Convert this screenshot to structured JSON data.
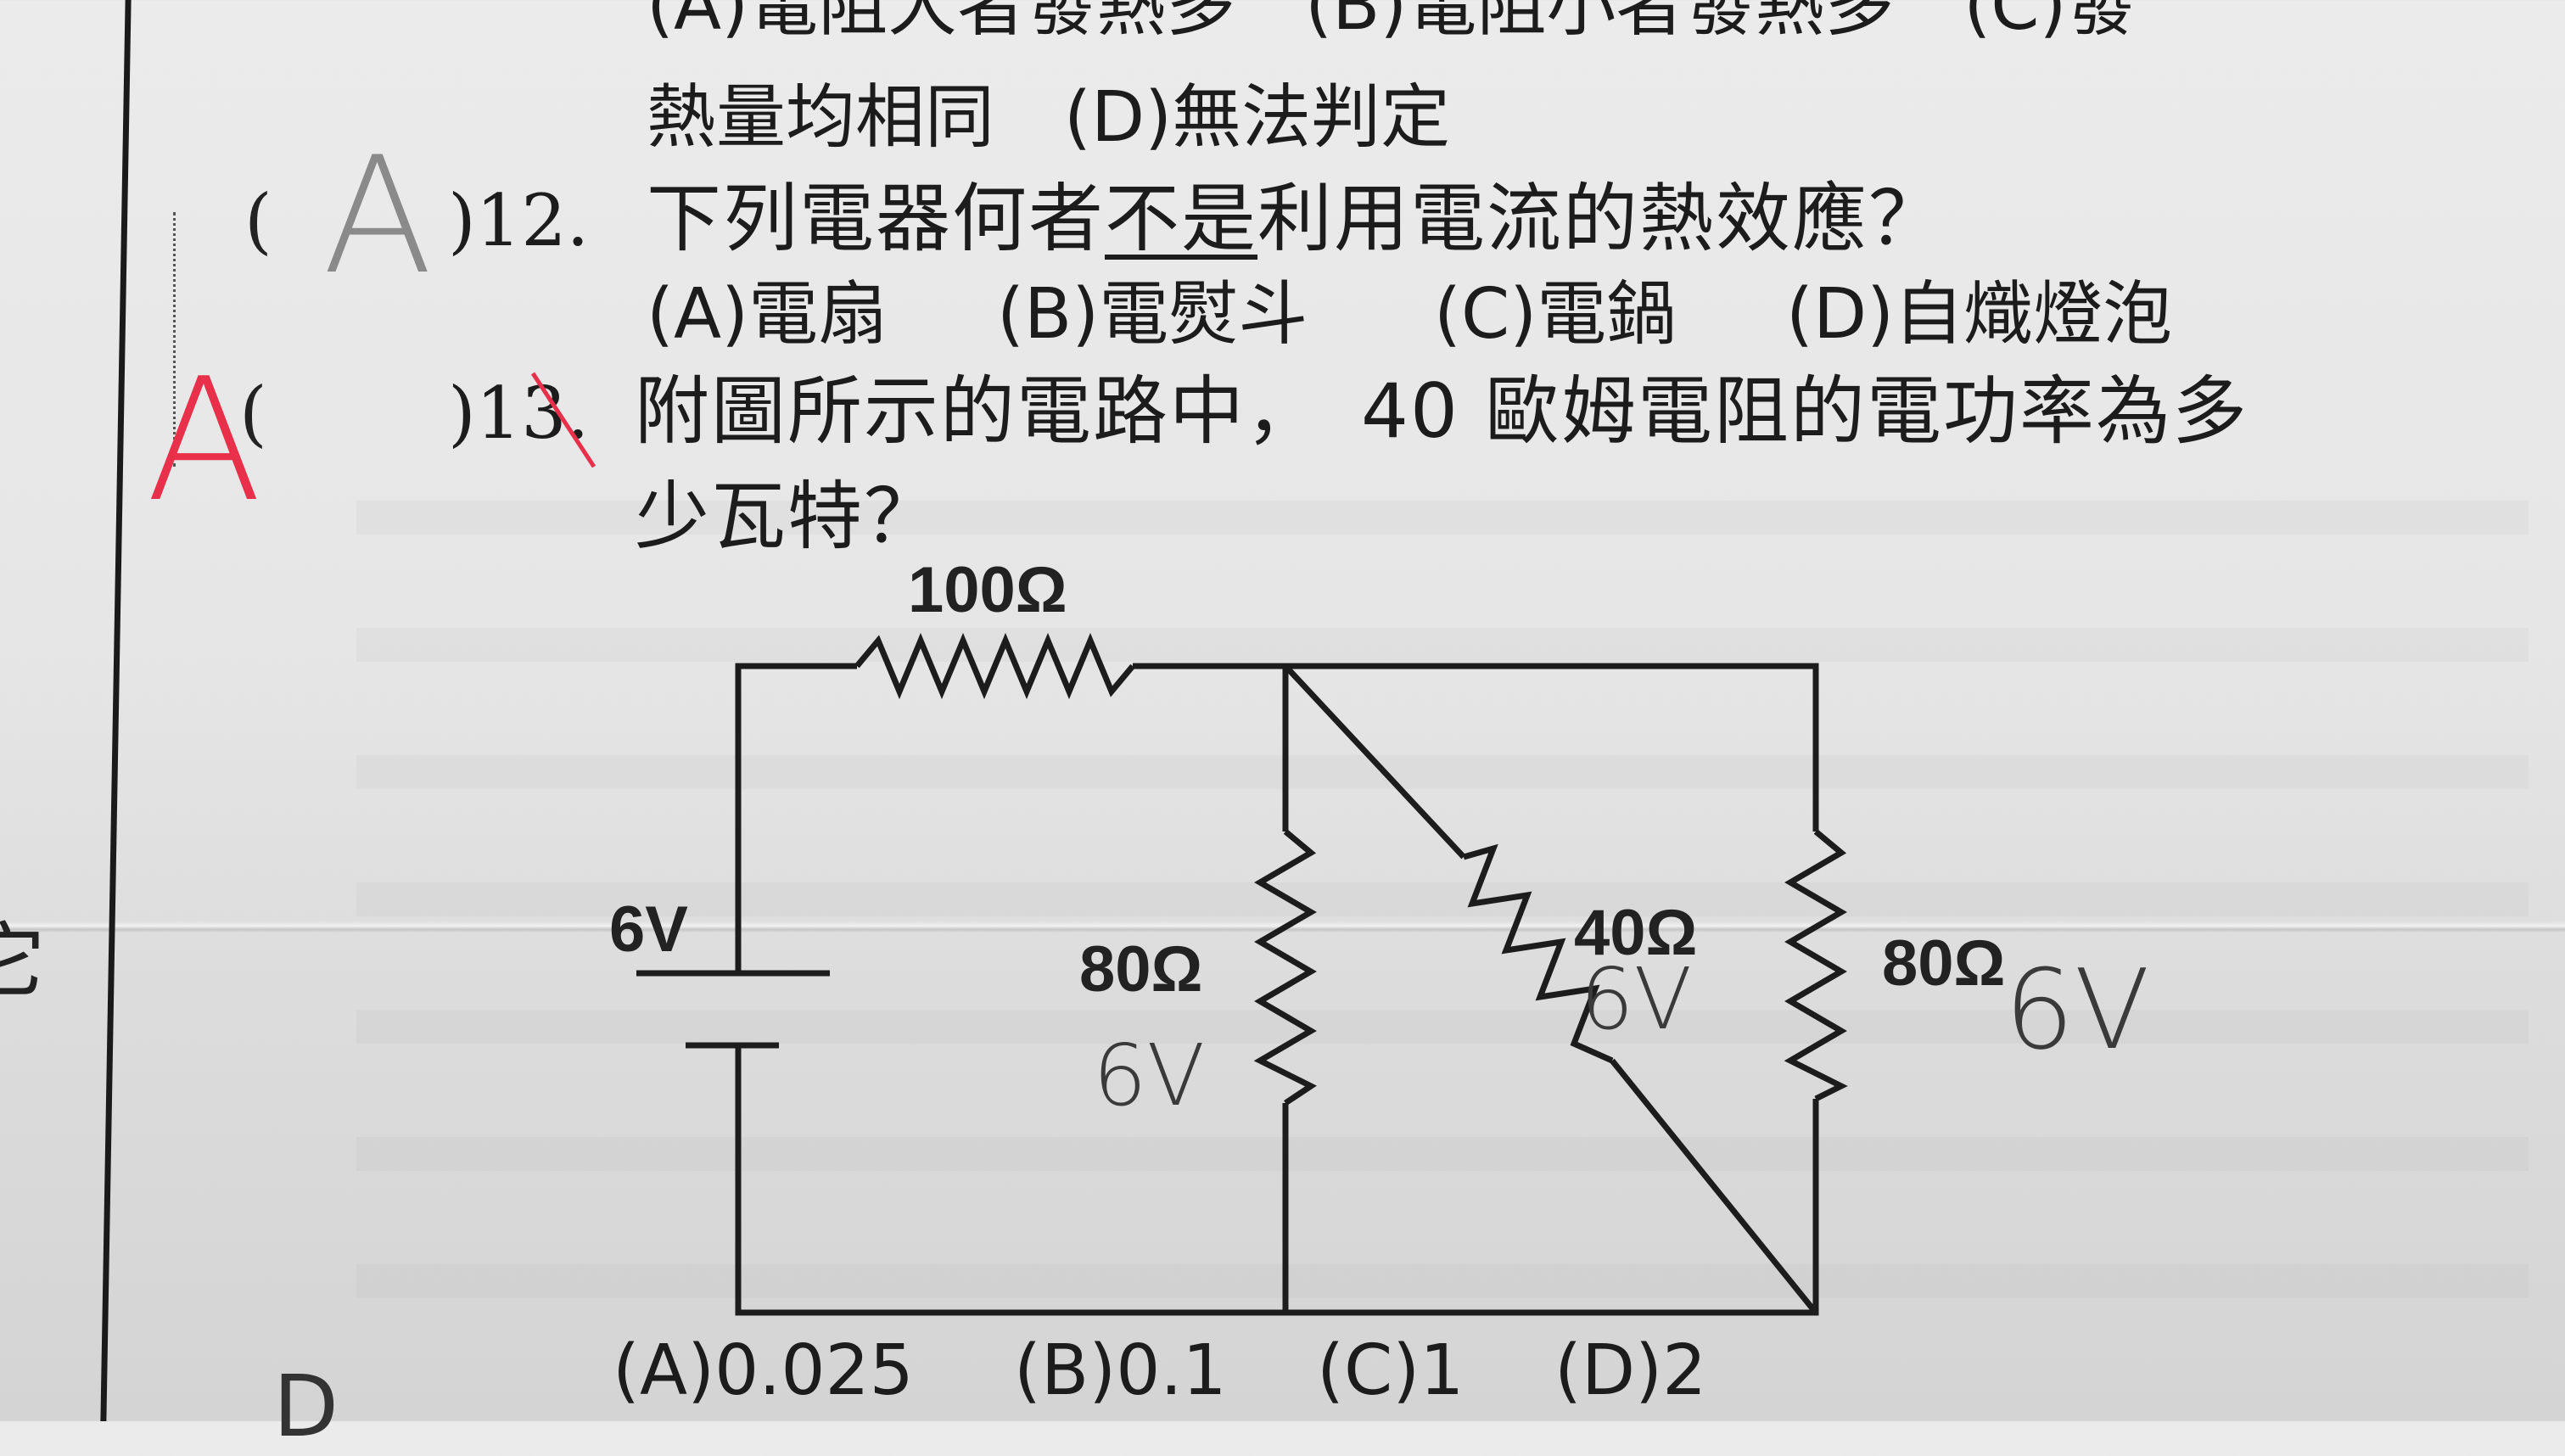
{
  "prev_question": {
    "options_line1": "(A)電阻大者發熱多　(B)電阻小者發熱多　(C)發",
    "options_line2": "熱量均相同　(D)無法判定"
  },
  "q12": {
    "paren_open": "(",
    "answer": "A",
    "number": ")12.",
    "text_before": "下列電器何者",
    "text_underlined": "不是",
    "text_after": "利用電流的熱效應？",
    "options": [
      "(A)電扇",
      "(B)電熨斗",
      "(C)電鍋",
      "(D)自熾燈泡"
    ]
  },
  "q13": {
    "mark": "A",
    "paren_open": "(",
    "number": ")13.",
    "text_line1": "附圖所示的電路中，　40 歐姆電阻的電功率為多",
    "text_line2": "少瓦特？",
    "options": [
      "(A)0.025",
      "(B)0.1",
      "(C)1",
      "(D)2"
    ]
  },
  "circuit": {
    "battery_label": "6V",
    "r_top": "100Ω",
    "r_left": "80Ω",
    "r_diag": "40Ω",
    "r_right": "80Ω",
    "note_left": "6V",
    "note_diag": "6V",
    "note_right": "6V"
  },
  "edge_glyph": "它",
  "bottom_partial": "D",
  "colors": {
    "ink": "#1c1c1c",
    "red_pen": "#e8304a",
    "pencil": "#8a8a8a"
  }
}
